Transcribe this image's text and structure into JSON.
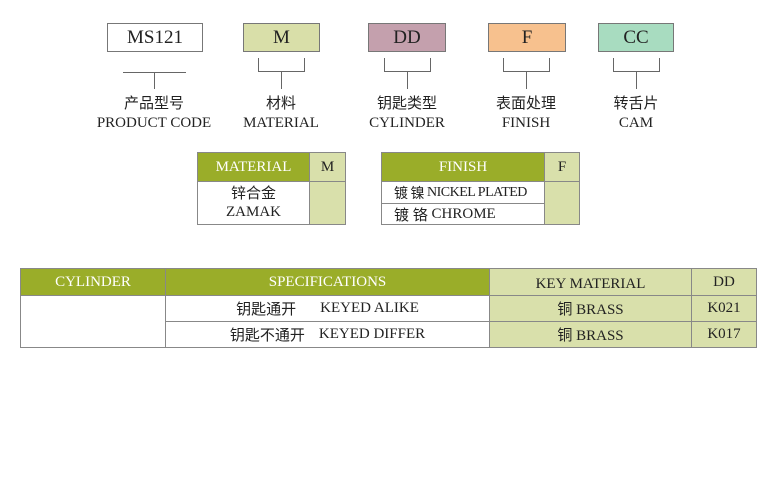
{
  "code_parts": [
    {
      "value": "MS121",
      "zh": "产品型号",
      "en": "PRODUCT CODE",
      "color": "#ffffff"
    },
    {
      "value": "M",
      "zh": "材料",
      "en": "MATERIAL",
      "color": "#d9dfa9"
    },
    {
      "value": "DD",
      "zh": "钥匙类型",
      "en": "CYLINDER",
      "color": "#c4a0ad"
    },
    {
      "value": "F",
      "zh": "表面处理",
      "en": "FINISH",
      "color": "#f7c18e"
    },
    {
      "value": "CC",
      "zh": "转舌片",
      "en": "CAM",
      "color": "#a8dcc0"
    }
  ],
  "material_table": {
    "header": "MATERIAL",
    "code": "M",
    "row_zh": "锌合金",
    "row_en": "ZAMAK"
  },
  "finish_table": {
    "header": "FINISH",
    "code": "F",
    "rows": [
      {
        "zh": "镀 镍",
        "en": "NICKEL PLATED"
      },
      {
        "zh": "镀 铬",
        "en": "CHROME"
      }
    ]
  },
  "cylinder_table": {
    "headers": [
      "CYLINDER",
      "SPECIFICATIONS",
      "KEY MATERIAL",
      "DD"
    ],
    "rows": [
      {
        "zh": "钥匙通开",
        "en": "KEYED ALIKE",
        "material": "铜 BRASS",
        "code": "K021"
      },
      {
        "zh": "钥匙不通开",
        "en": "KEYED DIFFER",
        "material": "铜 BRASS",
        "code": "K017"
      }
    ]
  },
  "colors": {
    "header": "#9aad29",
    "light_green": "#d9e0ab"
  }
}
